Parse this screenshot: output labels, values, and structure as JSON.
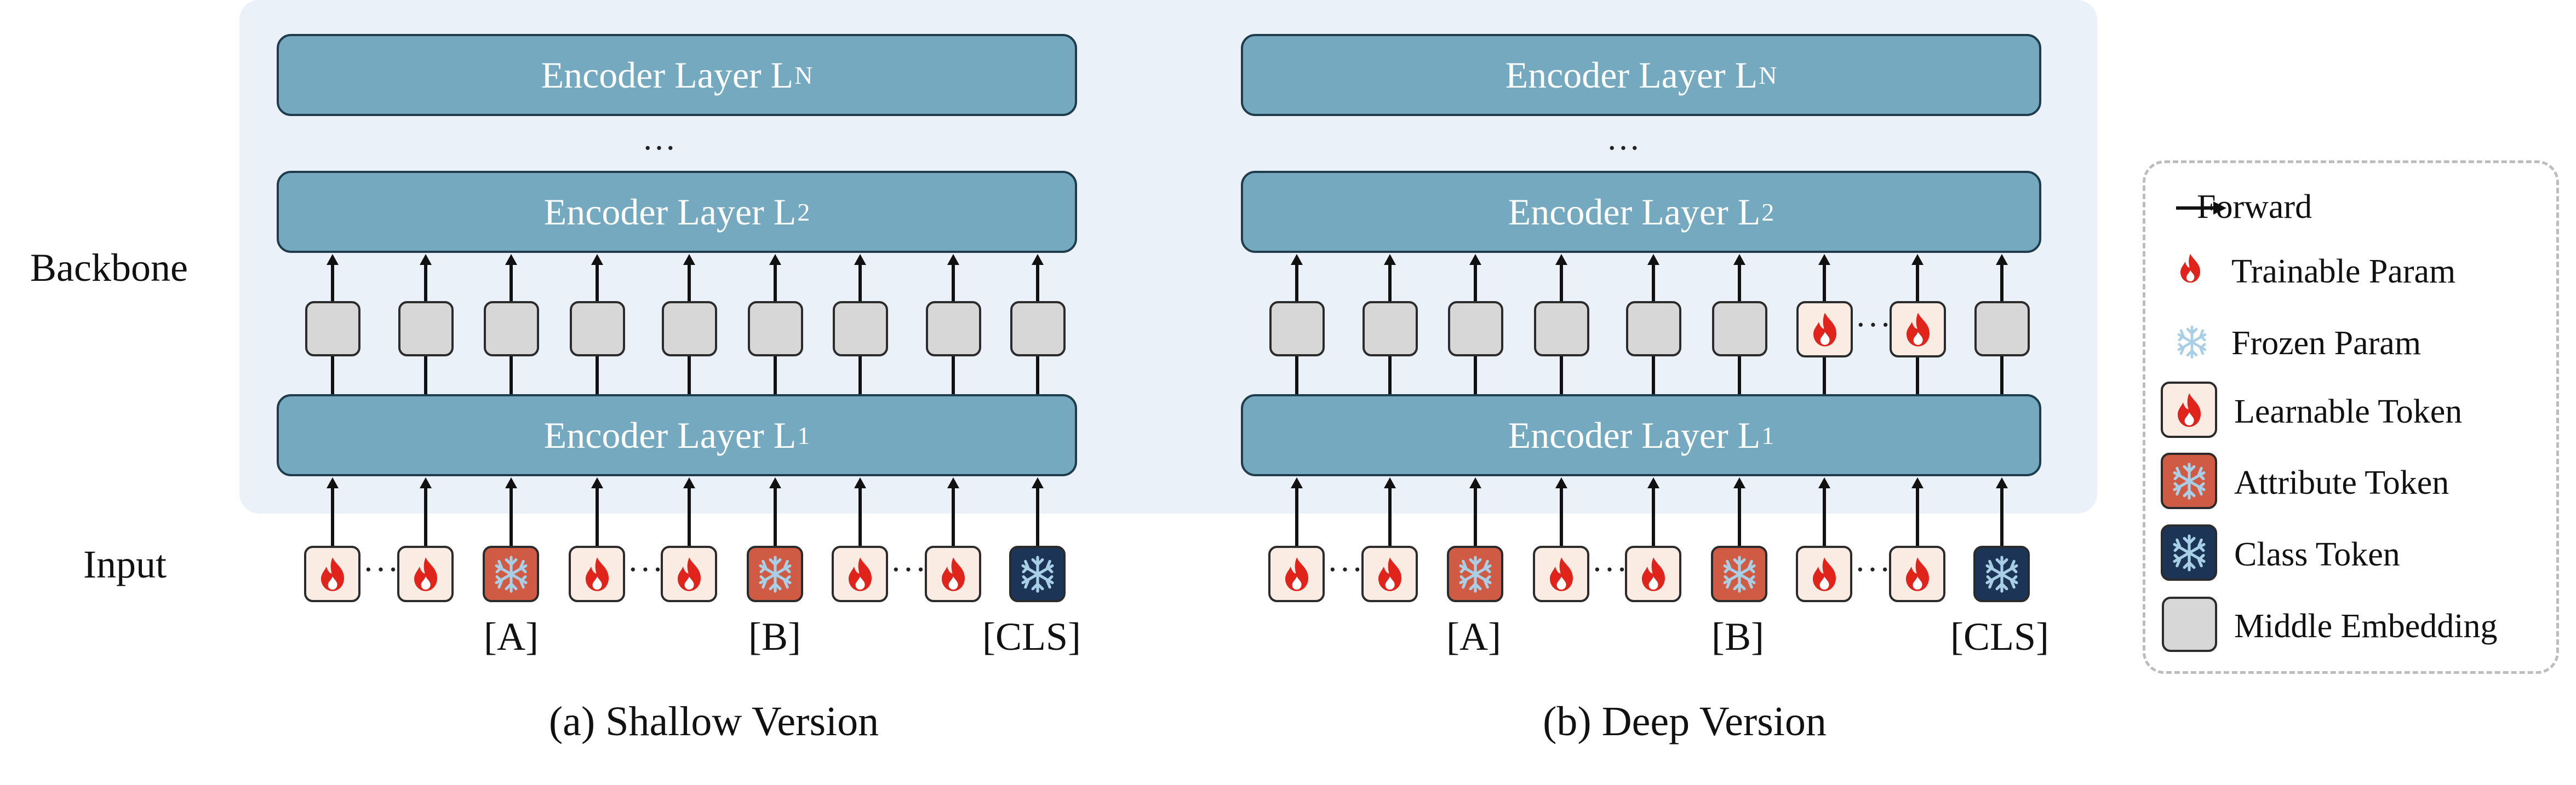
{
  "row_labels": {
    "backbone": "Backbone",
    "input": "Input"
  },
  "encoder_layers": {
    "prefix": "Encoder Layer L",
    "top_sub": "N",
    "second_sub": "2",
    "first_sub": "1",
    "ellipsis": "…"
  },
  "token_labels": {
    "a": "[A]",
    "b": "[B]",
    "cls": "[CLS]"
  },
  "captions": {
    "shallow": "(a) Shallow Version",
    "deep": "(b) Deep Version"
  },
  "legend": {
    "forward": "Forward",
    "trainable": "Trainable Param",
    "frozen": "Frozen Param",
    "learnable": "Learnable Token",
    "attribute": "Attribute Token",
    "class": "Class Token",
    "middle": "Middle Embedding"
  },
  "colors": {
    "encoder_fill": "#74a9bf",
    "panel_bg": "#eaf1f9",
    "learnable_fill": "#fbece3",
    "attribute_fill": "#cf5b44",
    "class_fill": "#1c3557",
    "middle_fill": "#d7d7d7",
    "flame": "#e0231b",
    "snowflake": "#a9cfe6"
  }
}
